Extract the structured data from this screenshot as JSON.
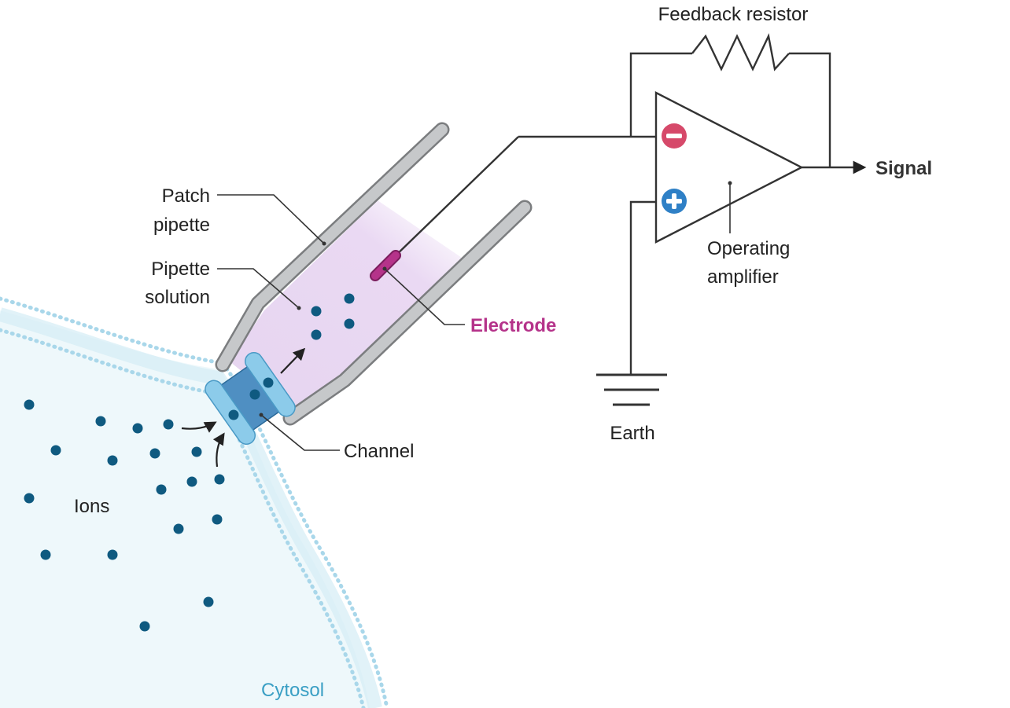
{
  "labels": {
    "feedback_resistor": "Feedback resistor",
    "signal": "Signal",
    "patch_pipette_line1": "Patch",
    "patch_pipette_line2": "pipette",
    "pipette_solution_line1": "Pipette",
    "pipette_solution_line2": "solution",
    "electrode": "Electrode",
    "operating_amplifier_line1": "Operating",
    "operating_amplifier_line2": "amplifier",
    "earth": "Earth",
    "channel": "Channel",
    "ions": "Ions",
    "cytosol": "Cytosol"
  },
  "colors": {
    "electrode": "#b5338a",
    "cytosol_text": "#3a9fc4",
    "minus_terminal": "#d6496a",
    "plus_terminal": "#2f80c6",
    "ion": "#0f5a80",
    "pipette": "#c6c8ca",
    "pipette_solution": "#e8d9f1",
    "channel": "#8ccbea",
    "membrane": "#a9d7ea",
    "cytosol_fill": "#eef8fb"
  },
  "icons": {
    "minus": "minus-circle-icon",
    "plus": "plus-circle-icon",
    "ground": "ground-symbol-icon",
    "resistor": "resistor-zigzag-icon"
  }
}
